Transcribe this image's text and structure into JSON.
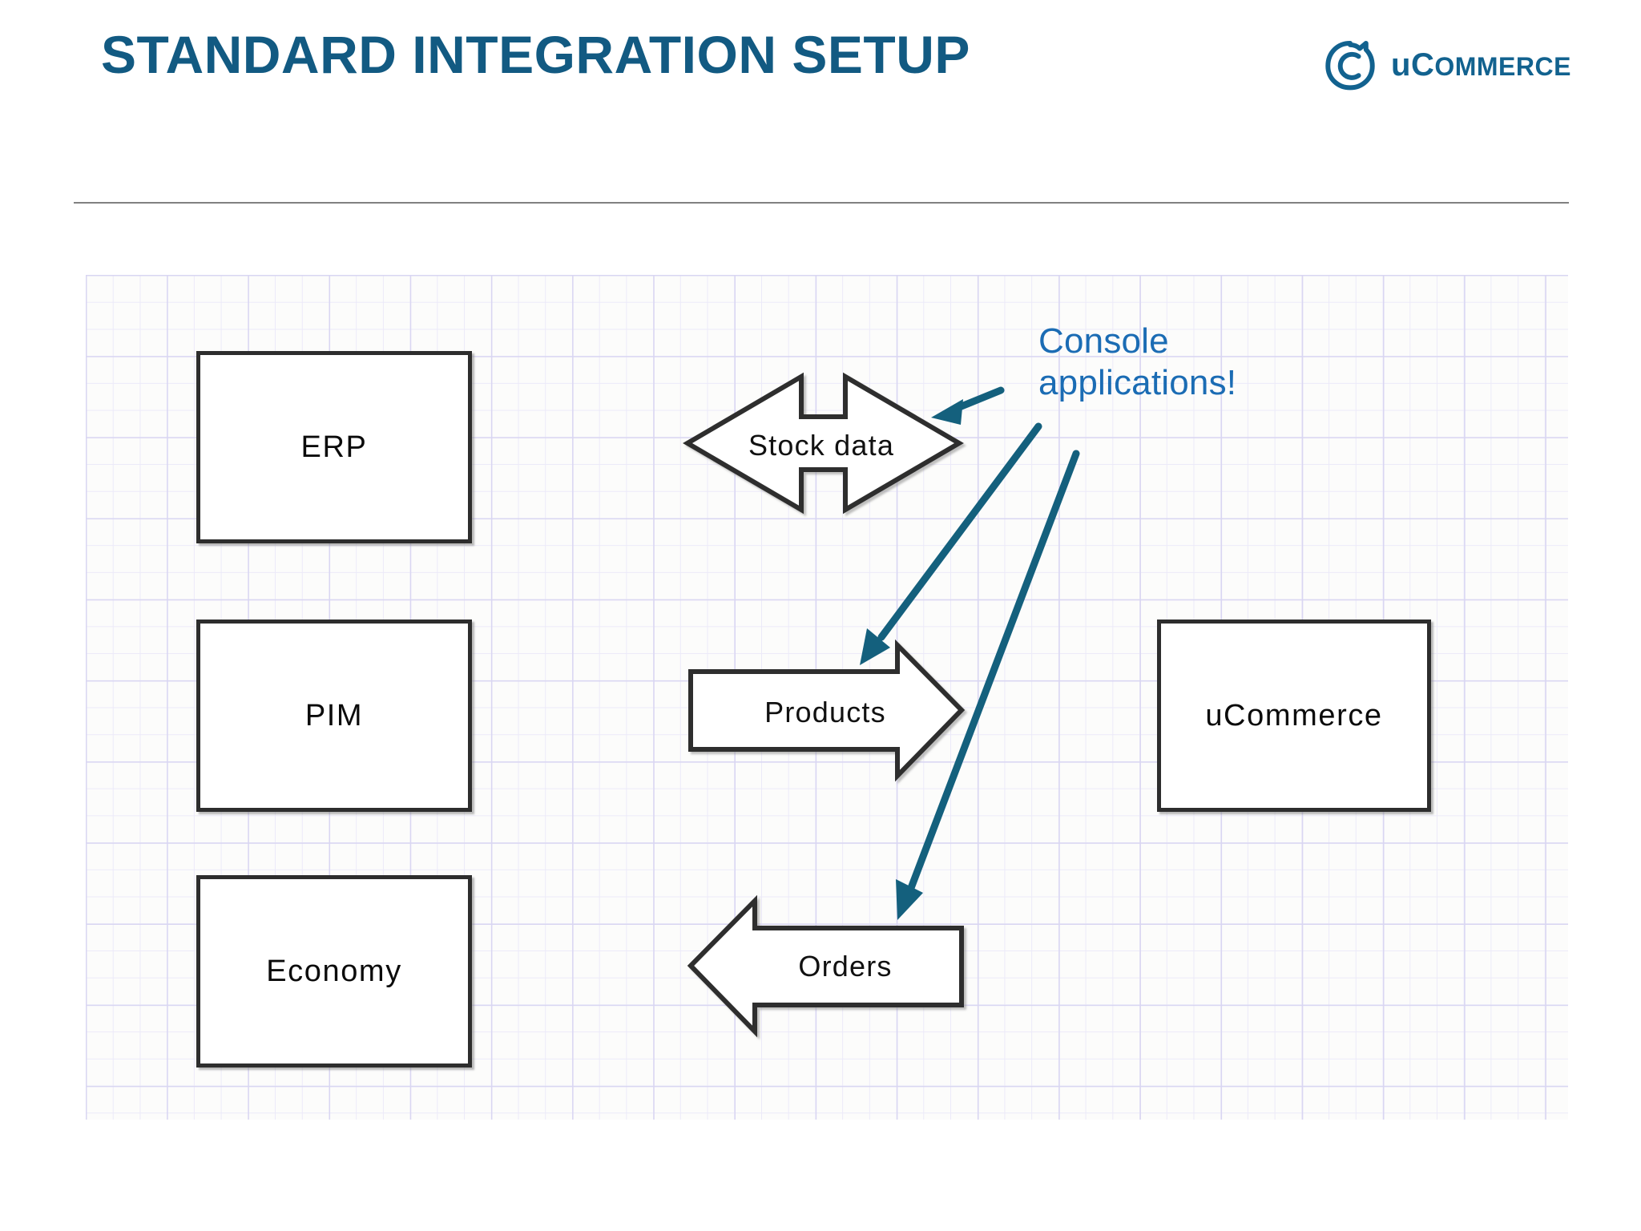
{
  "slide": {
    "title": "STANDARD INTEGRATION SETUP",
    "title_color": "#125a82",
    "divider_color": "#818181",
    "background": "#ffffff"
  },
  "brand": {
    "logo_icon": "ucommerce-cat-logo-icon",
    "word_u": "u",
    "word_c": "C",
    "word_ommerce": "OMMERCE",
    "color": "#12628f"
  },
  "diagram": {
    "canvas_style": "graph-paper-grid",
    "grid_minor_color": "#eceaf9",
    "grid_major_color": "#d9d6f2",
    "shape_stroke": "#2d2d2d",
    "boxes": [
      {
        "id": "erp",
        "label": "ERP"
      },
      {
        "id": "pim",
        "label": "PIM"
      },
      {
        "id": "economy",
        "label": "Economy"
      },
      {
        "id": "ucommerce",
        "label": "uCommerce"
      }
    ],
    "flows": [
      {
        "id": "stock-data",
        "label": "Stock data",
        "direction": "bidirectional",
        "from": "ERP",
        "to": "uCommerce"
      },
      {
        "id": "products",
        "label": "Products",
        "direction": "right",
        "from": "PIM",
        "to": "uCommerce"
      },
      {
        "id": "orders",
        "label": "Orders",
        "direction": "left",
        "from": "uCommerce",
        "to": "Economy"
      }
    ],
    "annotation": {
      "text": "Console\napplications!",
      "line1": "Console",
      "line2": "applications!",
      "color": "#1b6cb4",
      "points_to": [
        "stock-data",
        "products",
        "orders"
      ]
    }
  }
}
